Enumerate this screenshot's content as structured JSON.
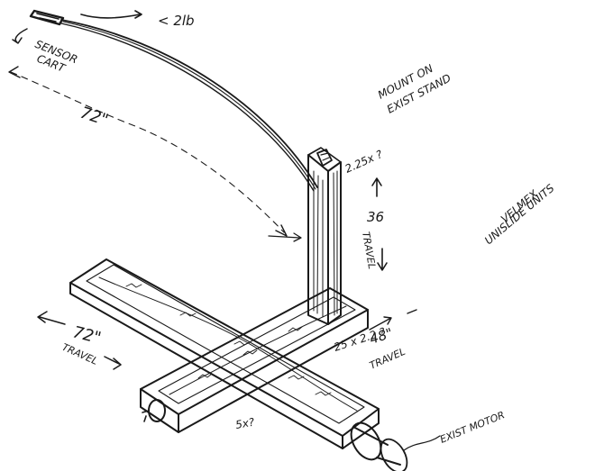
{
  "labels": {
    "load": "< 2lb",
    "sensor_line1": "SENSOR",
    "sensor_line2": "CART",
    "reach": "72\"",
    "mount_line1": "MOUNT ON",
    "mount_line2": "EXIST STAND",
    "vertical_size": "2.25x ?",
    "vertical_travel_value": "36",
    "vertical_travel_word": "TRAVEL",
    "brand_line1": "VELMEX",
    "brand_line2": "UNISLIDE UNITS",
    "cross_size": "25 x 2.2 ?",
    "cross_travel_value": "48\"",
    "cross_travel_word": "TRAVEL",
    "long_travel_value": "72\"",
    "long_travel_word": "TRAVEL",
    "base_size": "5x?",
    "motor": "EXIST MOTOR"
  }
}
